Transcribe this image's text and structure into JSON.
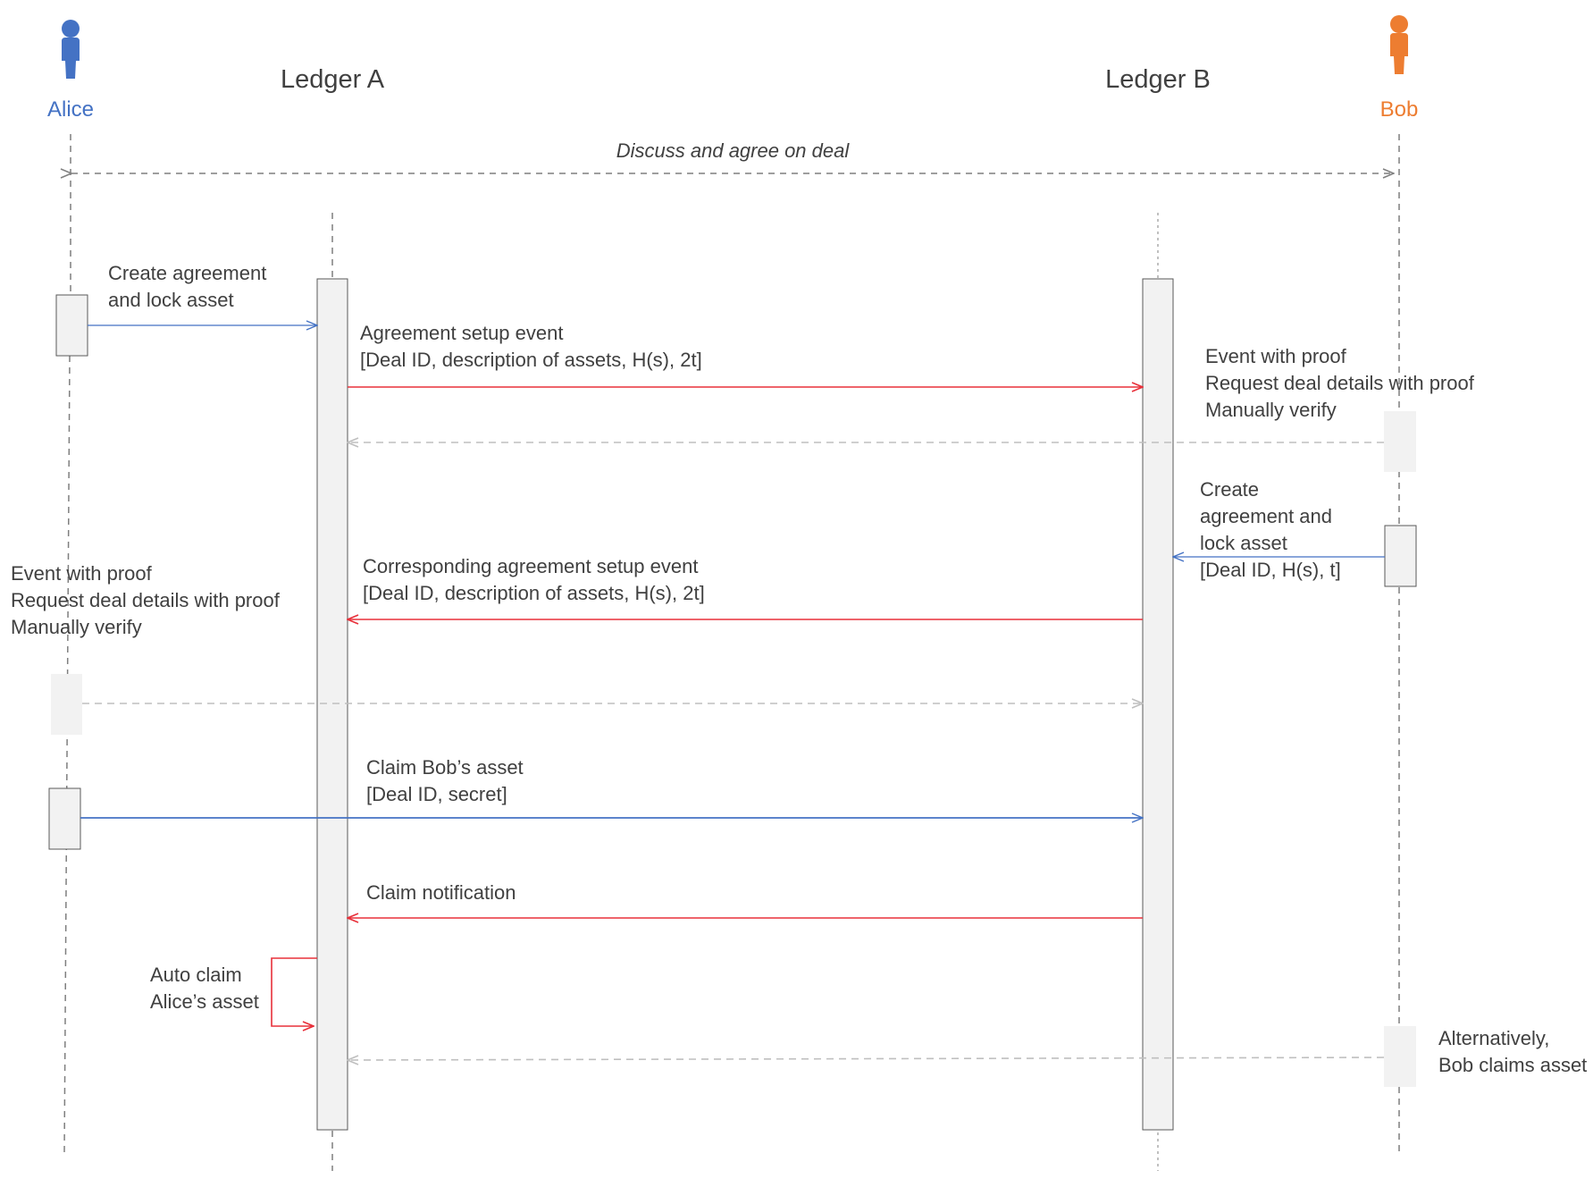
{
  "participants": {
    "alice": {
      "name": "Alice",
      "color": "#4472C4"
    },
    "ledger_a": {
      "name": "Ledger A"
    },
    "ledger_b": {
      "name": "Ledger B"
    },
    "bob": {
      "name": "Bob",
      "color": "#ED7D31"
    }
  },
  "messages": {
    "discuss": "Discuss and agree on deal",
    "create_lock_a": [
      "Create agreement",
      "and lock asset"
    ],
    "setup_event": [
      "Agreement setup event",
      "[Deal ID, description of assets, H(s), 2t]"
    ],
    "bob_verify": [
      "Event with proof",
      "Request deal details with proof",
      "Manually verify"
    ],
    "create_lock_b": [
      "Create",
      "agreement and",
      "lock asset",
      "[Deal ID, H(s), t]"
    ],
    "corresponding_event": [
      "Corresponding agreement setup event",
      "[Deal ID, description of assets, H(s), 2t]"
    ],
    "alice_verify": [
      "Event with proof",
      "Request deal details with proof",
      "Manually verify"
    ],
    "claim_bob": [
      "Claim Bob’s asset",
      "[Deal ID, secret]"
    ],
    "claim_notification": "Claim notification",
    "auto_claim": [
      "Auto claim",
      "Alice’s asset"
    ],
    "alternative": [
      "Alternatively,",
      "Bob claims asset"
    ]
  },
  "colors": {
    "alice_blue": "#4472C4",
    "bob_orange": "#ED7D31",
    "ledger_red": "#E8303A",
    "lifeline": "#7F7F7F",
    "optional_grey": "#BFBFBF",
    "box_fill": "#F2F2F2",
    "text": "#404040"
  }
}
